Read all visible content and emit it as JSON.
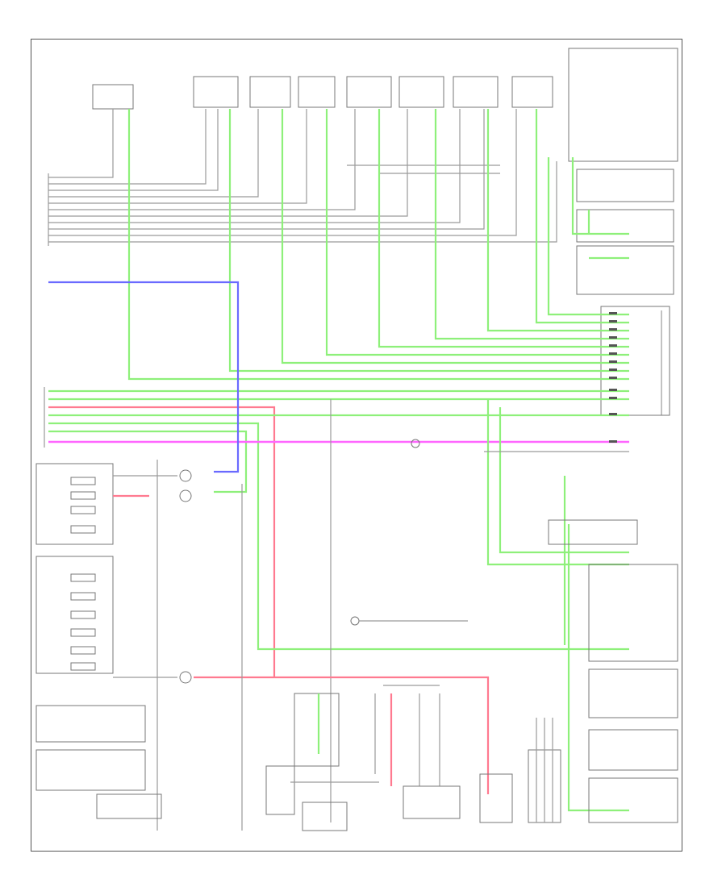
{
  "diagram": {
    "footer_code": "",
    "notes": [
      "",
      ""
    ],
    "components": {
      "top": [
        {
          "key": "c1",
          "name": ""
        },
        {
          "key": "c2",
          "name": ""
        },
        {
          "key": "c3",
          "name": ""
        },
        {
          "key": "c4",
          "name": ""
        },
        {
          "key": "c5",
          "name": ""
        },
        {
          "key": "c6",
          "name": ""
        },
        {
          "key": "c7",
          "name": ""
        },
        {
          "key": "c8",
          "name": ""
        }
      ],
      "right": [
        {
          "key": "r1",
          "name": ""
        },
        {
          "key": "r2",
          "name": ""
        },
        {
          "key": "r3",
          "name": ""
        },
        {
          "key": "r4",
          "name": ""
        },
        {
          "key": "r5",
          "name": ""
        },
        {
          "key": "r6",
          "name": ""
        },
        {
          "key": "r7",
          "name": ""
        },
        {
          "key": "r8",
          "name": ""
        },
        {
          "key": "r9",
          "name": ""
        },
        {
          "key": "r10",
          "name": ""
        }
      ],
      "bottom": [
        {
          "key": "b1",
          "name": ""
        },
        {
          "key": "b2",
          "name": ""
        },
        {
          "key": "b3",
          "name": ""
        },
        {
          "key": "b4",
          "name": ""
        },
        {
          "key": "b5",
          "name": ""
        },
        {
          "key": "b6",
          "name": ""
        },
        {
          "key": "b7",
          "name": ""
        }
      ],
      "left": [
        {
          "key": "l1",
          "name": ""
        },
        {
          "key": "l2",
          "name": ""
        },
        {
          "key": "l3",
          "name": ""
        },
        {
          "key": "l4",
          "name": ""
        }
      ],
      "center": [
        {
          "key": "m1",
          "name": ""
        },
        {
          "key": "m2",
          "name": ""
        }
      ]
    },
    "wire_colors": {
      "signal": "#9a9a9a",
      "green": "#8ef07a",
      "blue": "#6a6aff",
      "pink": "#ff7a90",
      "magenta": "#ff66ff"
    }
  }
}
